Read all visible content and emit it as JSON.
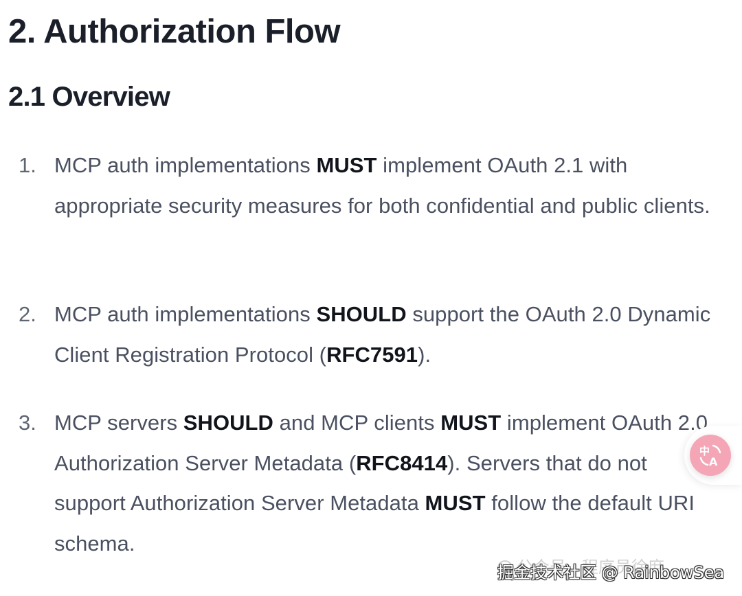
{
  "document": {
    "heading": "2. Authorization Flow",
    "subheading": "2.1 Overview",
    "items": [
      {
        "number": "1.",
        "parts": [
          {
            "text": "MCP auth implementations ",
            "bold": false
          },
          {
            "text": "MUST",
            "bold": true
          },
          {
            "text": " implement OAuth 2.1 with appropriate security measures for both confidential and public clients.",
            "bold": false
          }
        ]
      },
      {
        "number": "2.",
        "parts": [
          {
            "text": "MCP auth implementations ",
            "bold": false
          },
          {
            "text": "SHOULD",
            "bold": true
          },
          {
            "text": " support the OAuth 2.0 Dynamic Client Registration Protocol (",
            "bold": false
          },
          {
            "text": "RFC7591",
            "bold": true
          },
          {
            "text": ").",
            "bold": false
          }
        ]
      },
      {
        "number": "3.",
        "parts": [
          {
            "text": "MCP servers ",
            "bold": false
          },
          {
            "text": "SHOULD",
            "bold": true
          },
          {
            "text": " and MCP clients ",
            "bold": false
          },
          {
            "text": "MUST",
            "bold": true
          },
          {
            "text": " implement OAuth 2.0 Authorization Server Metadata (",
            "bold": false
          },
          {
            "text": "RFC8414",
            "bold": true
          },
          {
            "text": "). Servers that do not support Authorization Server Metadata ",
            "bold": false
          },
          {
            "text": "MUST",
            "bold": true
          },
          {
            "text": " follow the default URI schema.",
            "bold": false
          }
        ]
      }
    ]
  },
  "translate_button": {
    "icon": "translate-icon",
    "color": "#f4a6b6"
  },
  "watermark": {
    "line1": "公众号 · 程序员徐庶",
    "line2": "掘金技术社区 @ RainbowSea"
  }
}
